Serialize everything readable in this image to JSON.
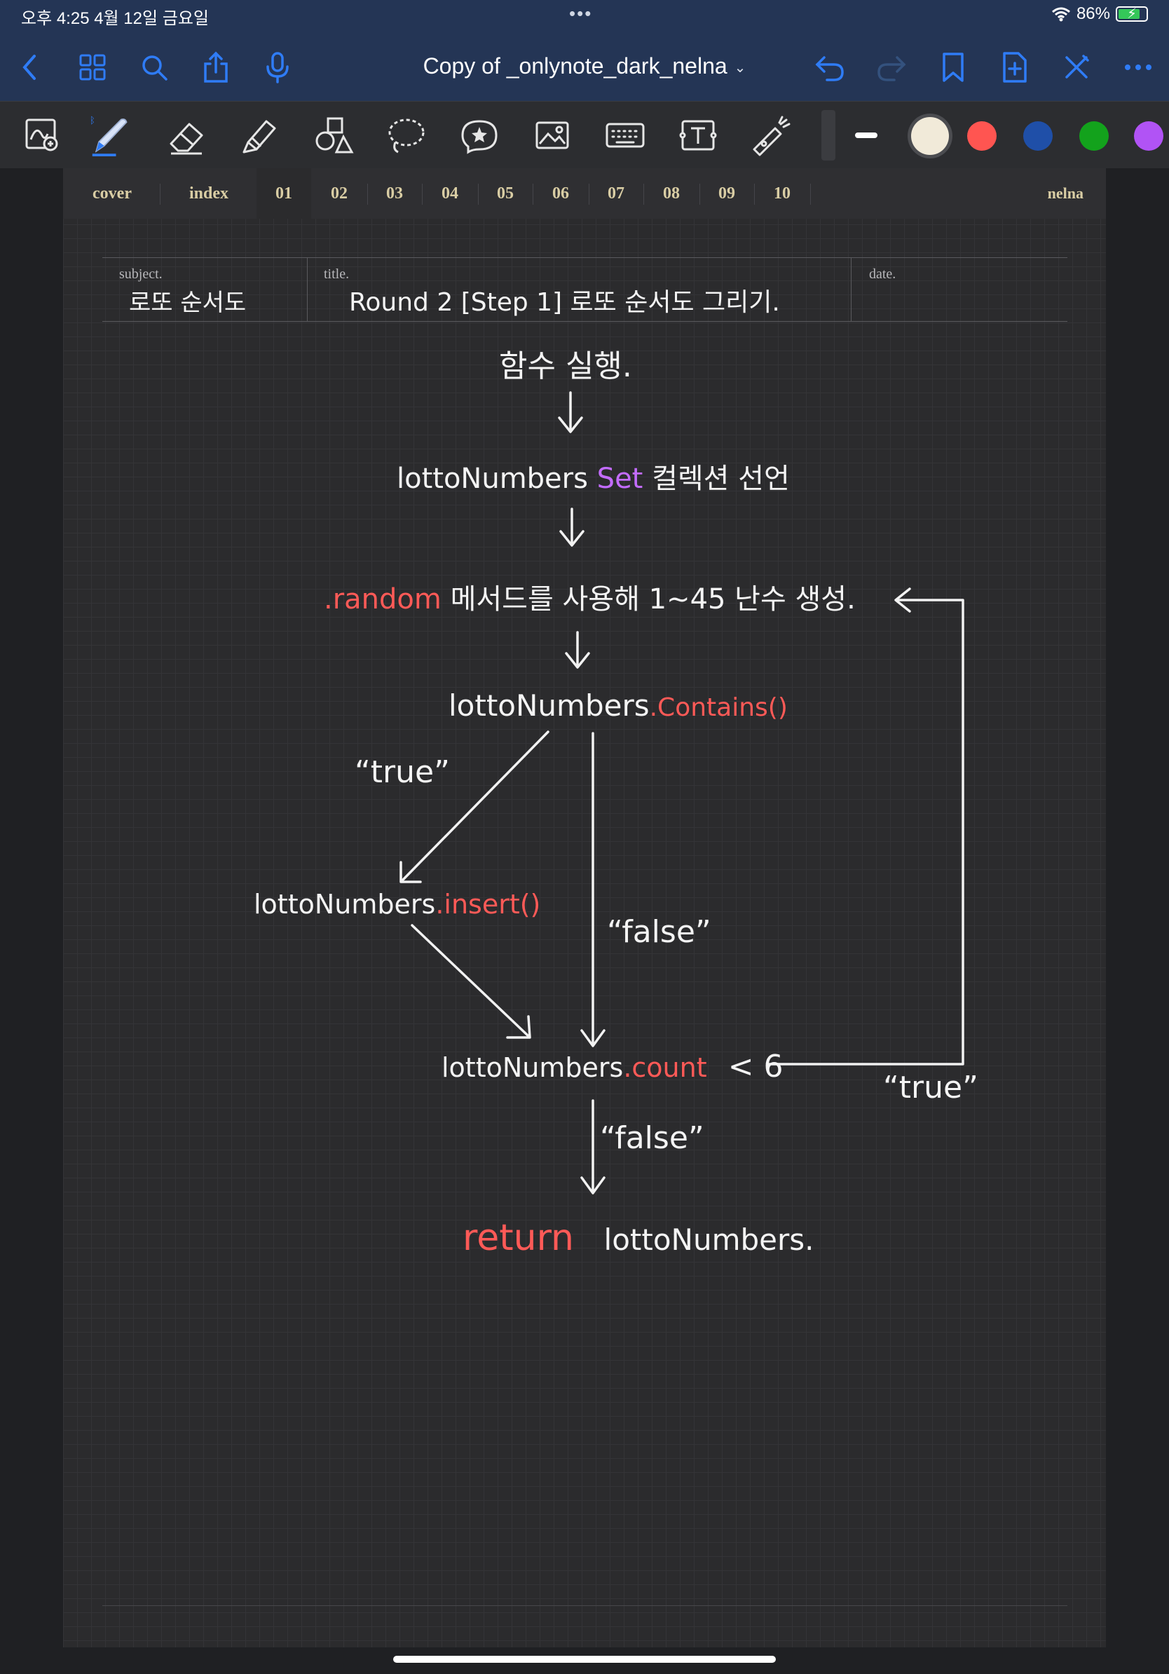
{
  "status": {
    "time": "오후 4:25   4월 12일 금요일",
    "dots": "•••",
    "battery": "86%"
  },
  "nav": {
    "title": "Copy of _onlynote_dark_nelna",
    "title_chevron": "⌄",
    "icons": [
      "back-icon",
      "grid-icon",
      "search-icon",
      "share-icon",
      "microphone-icon",
      "undo-icon",
      "redo-icon",
      "bookmark-icon",
      "add-page-icon",
      "close-tool-icon",
      "more-icon"
    ]
  },
  "colors": {
    "accent": "#2f7cf6",
    "swatches": [
      "#f1ead9",
      "#ff5551",
      "#1f4fa8",
      "#13a21c",
      "#b153f5"
    ]
  },
  "tabs": {
    "items": [
      "cover",
      "index",
      "01",
      "02",
      "03",
      "04",
      "05",
      "06",
      "07",
      "08",
      "09",
      "10"
    ],
    "active": "01",
    "author": "nelna"
  },
  "header": {
    "subject_label": "subject.",
    "subject_value": "로또 순서도",
    "title_label": "title.",
    "title_value": "Round 2 [Step 1] 로또 순서도 그리기.",
    "date_label": "date."
  },
  "flow": {
    "step1": "함수 실행.",
    "step2_a": "lottoNumbers",
    "step2_b": "Set",
    "step2_c": "컬렉션 선언",
    "step3_a": ".random",
    "step3_b": "메서드를 사용해 1~45 난수 생성.",
    "step4_a": "lottoNumbers",
    "step4_b": ".Contains()",
    "label_true1": "“true”",
    "step5_a": "lottoNumbers",
    "step5_b": ".insert()",
    "label_false1": "“false”",
    "step6_a": "lottoNumbers",
    "step6_b": ".count",
    "step6_c": "< 6",
    "label_true2": "“true”",
    "label_false2": "“false”",
    "step7_a": "return",
    "step7_b": "lottoNumbers."
  }
}
